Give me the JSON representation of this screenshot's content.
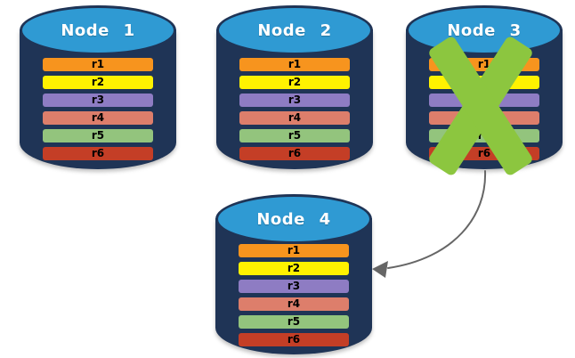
{
  "colors": {
    "canvas_bg": "#FFFFFF",
    "cylinder_body": "#1F3456",
    "cylinder_top": "#2F9AD3",
    "failure_x": "#8CC63F",
    "arrow": "#666666",
    "node_title_text": "#FFFFFF",
    "row_label_text": "#000000"
  },
  "nodes": [
    {
      "title": "Node 1",
      "failed": false,
      "rows": [
        {
          "label": "r1",
          "color": "#F7941E"
        },
        {
          "label": "r2",
          "color": "#FFF200"
        },
        {
          "label": "r3",
          "color": "#8E7CC3"
        },
        {
          "label": "r4",
          "color": "#DD7E6B"
        },
        {
          "label": "r5",
          "color": "#93C47D"
        },
        {
          "label": "r6",
          "color": "#C43E26"
        }
      ]
    },
    {
      "title": "Node 2",
      "failed": false,
      "rows": [
        {
          "label": "r1",
          "color": "#F7941E"
        },
        {
          "label": "r2",
          "color": "#FFF200"
        },
        {
          "label": "r3",
          "color": "#8E7CC3"
        },
        {
          "label": "r4",
          "color": "#DD7E6B"
        },
        {
          "label": "r5",
          "color": "#93C47D"
        },
        {
          "label": "r6",
          "color": "#C43E26"
        }
      ]
    },
    {
      "title": "Node 3",
      "failed": true,
      "rows": [
        {
          "label": "r1",
          "color": "#F7941E"
        },
        {
          "label": "r2",
          "color": "#FFF200"
        },
        {
          "label": "r3",
          "color": "#8E7CC3"
        },
        {
          "label": "r4",
          "color": "#DD7E6B"
        },
        {
          "label": "r5",
          "color": "#93C47D"
        },
        {
          "label": "r6",
          "color": "#C43E26"
        }
      ]
    },
    {
      "title": "Node 4",
      "failed": false,
      "rows": [
        {
          "label": "r1",
          "color": "#F7941E"
        },
        {
          "label": "r2",
          "color": "#FFF200"
        },
        {
          "label": "r3",
          "color": "#8E7CC3"
        },
        {
          "label": "r4",
          "color": "#DD7E6B"
        },
        {
          "label": "r5",
          "color": "#93C47D"
        },
        {
          "label": "r6",
          "color": "#C43E26"
        }
      ]
    }
  ],
  "arrow": {
    "from": "Node 3",
    "to": "Node 4"
  }
}
